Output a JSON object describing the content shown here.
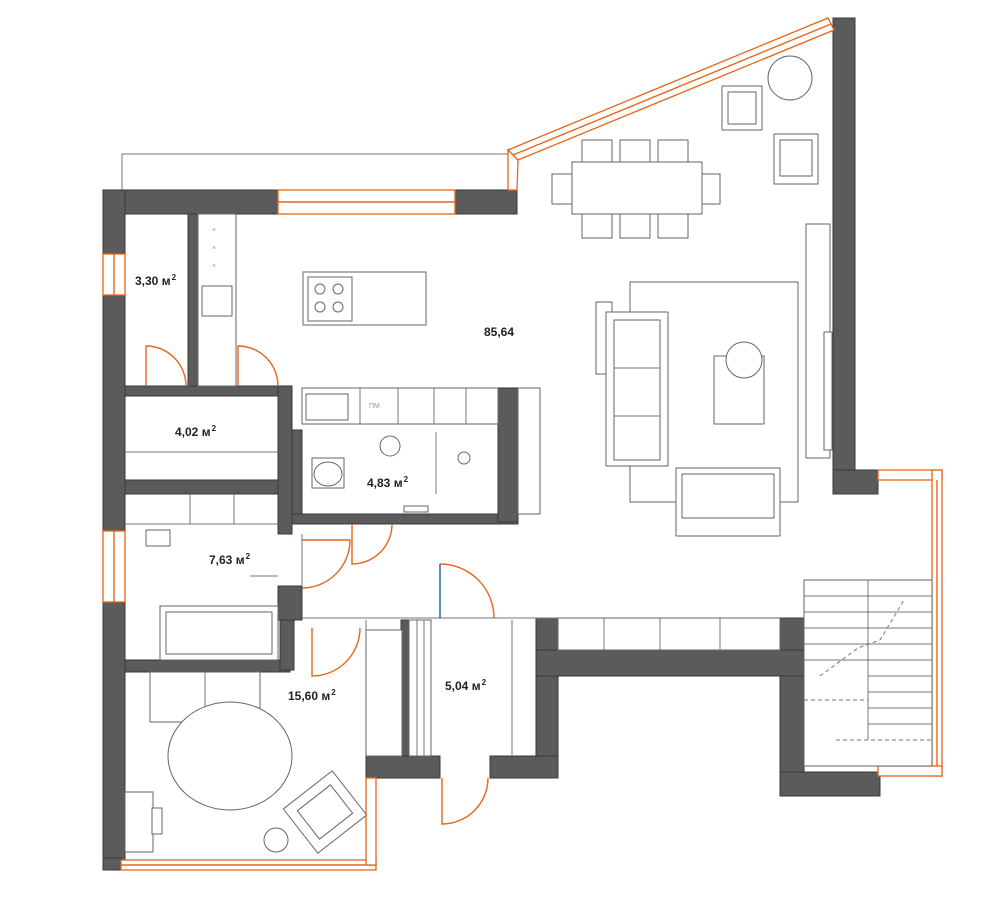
{
  "rooms": [
    {
      "id": "living",
      "value": "85,64",
      "unit": ""
    },
    {
      "id": "pantry",
      "value": "3,30",
      "unit": "м",
      "sup": "2"
    },
    {
      "id": "storage",
      "value": "4,02",
      "unit": "м",
      "sup": "2"
    },
    {
      "id": "bathroom",
      "value": "4,83",
      "unit": "м",
      "sup": "2"
    },
    {
      "id": "bedroom-small",
      "value": "7,63",
      "unit": "м",
      "sup": "2"
    },
    {
      "id": "bedroom-main",
      "value": "15,60",
      "unit": "м",
      "sup": "2"
    },
    {
      "id": "hall",
      "value": "5,04",
      "unit": "м",
      "sup": "2"
    }
  ],
  "fixture_labels": {
    "dishwasher": "ПМ"
  },
  "colors": {
    "wall": "#5b5b5b",
    "window_door": "#e8641a",
    "furniture": "#666666"
  }
}
